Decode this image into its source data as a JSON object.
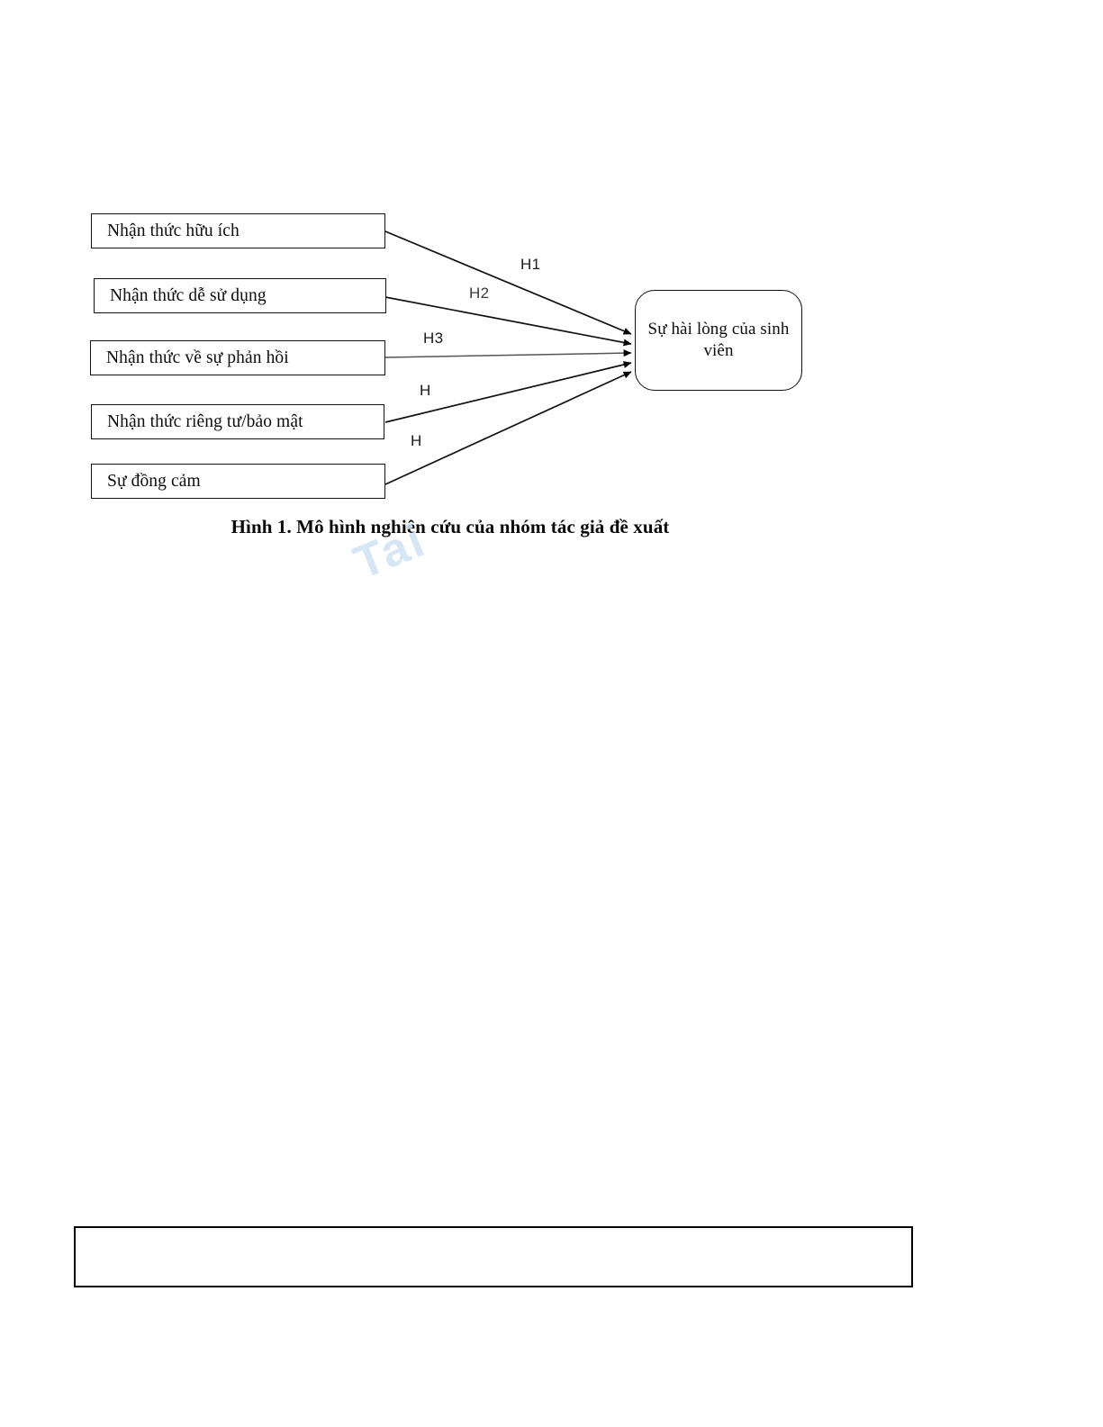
{
  "page": {
    "background": "#ffffff",
    "ink": "#000000"
  },
  "figure": {
    "caption": "Hình 1. Mô hình nghiên cứu của nhóm tác giả đề xuất",
    "outcome": {
      "label": "Sự hài lòng của sinh viên",
      "shape": "rounded-rectangle"
    },
    "antecedents": [
      {
        "id": "perceived-usefulness",
        "label": "Nhận thức hữu ích"
      },
      {
        "id": "perceived-ease-of-use",
        "label": "Nhận thức dễ sử dụng"
      },
      {
        "id": "perceived-feedback",
        "label": "Nhận thức về sự phản hồi"
      },
      {
        "id": "perceived-privacy",
        "label": "Nhận thức riêng tư/bảo mật"
      },
      {
        "id": "empathy",
        "label": "Sự đồng cảm"
      }
    ],
    "hypotheses": [
      {
        "id": "h1",
        "label": "H1",
        "from": "perceived-usefulness",
        "to": "outcome"
      },
      {
        "id": "h2",
        "label": "H2",
        "from": "perceived-ease-of-use",
        "to": "outcome"
      },
      {
        "id": "h3",
        "label": "H3",
        "from": "perceived-feedback",
        "to": "outcome"
      },
      {
        "id": "h4",
        "label": "H",
        "from": "perceived-privacy",
        "to": "outcome"
      },
      {
        "id": "h5",
        "label": "H",
        "from": "empathy",
        "to": "outcome"
      }
    ]
  },
  "watermark": {
    "text": "Tai",
    "color": "#cfe2f3"
  },
  "footer": {
    "frame_content": ""
  }
}
